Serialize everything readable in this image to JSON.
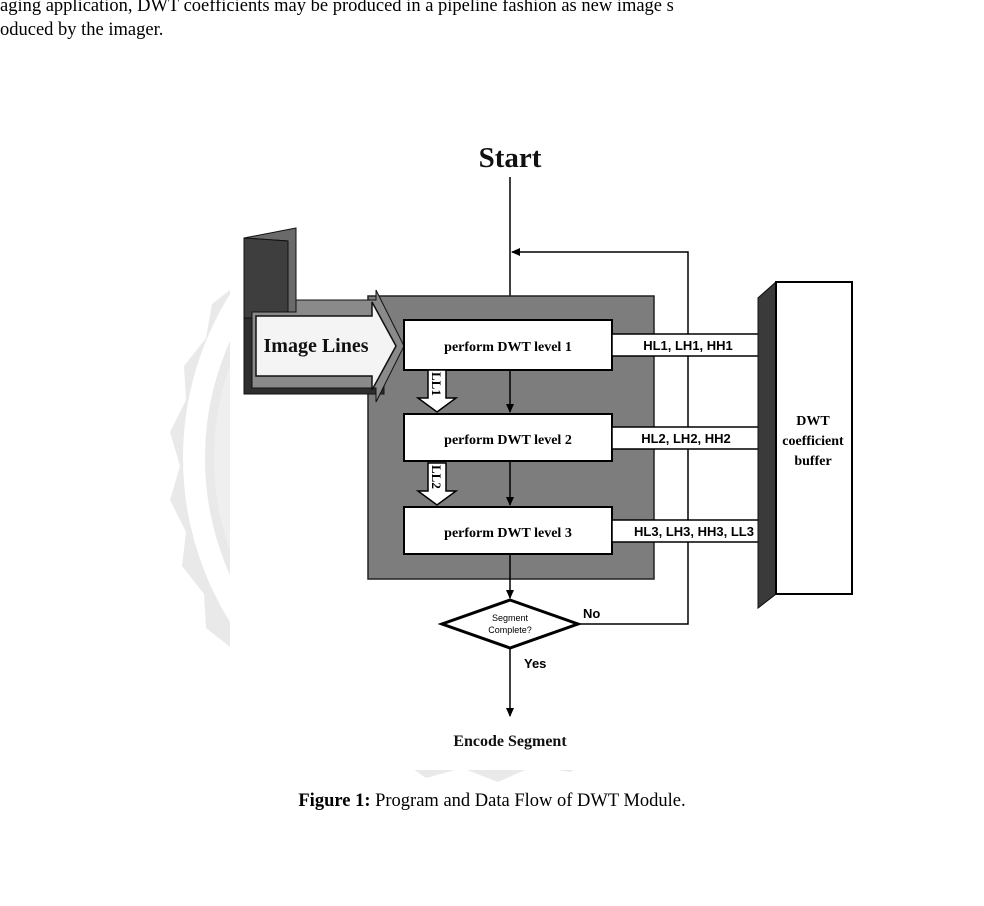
{
  "body_text": {
    "line1": "aging application, DWT coefficients may be produced in a pipeline fashion as new image s",
    "line2": "oduced by the imager."
  },
  "diagram": {
    "start": "Start",
    "image_lines": "Image Lines",
    "level1": "perform DWT level 1",
    "level2": "perform DWT level 2",
    "level3": "perform DWT level 3",
    "out1": "HL1, LH1, HH1",
    "out2": "HL2, LH2, HH2",
    "out3": "HL3, LH3, HH3, LL3",
    "ll1": "LL1",
    "ll2": "LL2",
    "buffer_line1": "DWT",
    "buffer_line2": "coefficient",
    "buffer_line3": "buffer",
    "decision_line1": "Segment",
    "decision_line2": "Complete?",
    "no": "No",
    "yes": "Yes",
    "encode": "Encode Segment"
  },
  "caption": {
    "label": "Figure 1:",
    "text": " Program and Data Flow of DWT Module."
  }
}
